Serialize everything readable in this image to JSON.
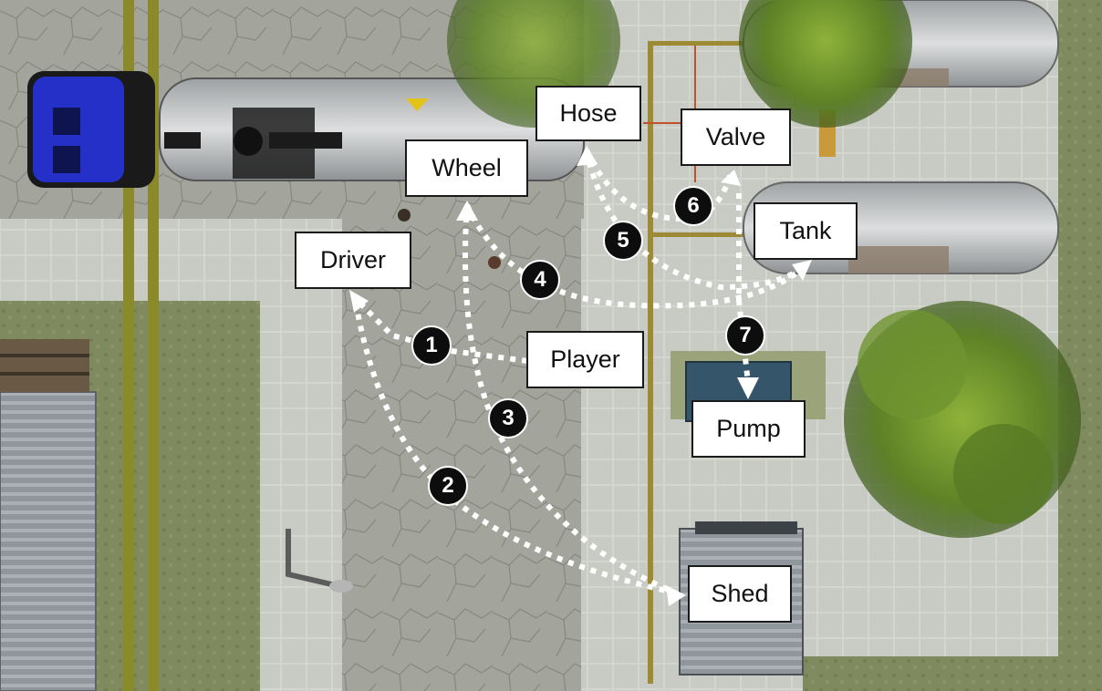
{
  "labels": {
    "hose": "Hose",
    "valve": "Valve",
    "wheel": "Wheel",
    "tank": "Tank",
    "driver": "Driver",
    "player": "Player",
    "pump": "Pump",
    "shed": "Shed"
  },
  "steps": [
    "1",
    "2",
    "3",
    "4",
    "5",
    "6",
    "7"
  ],
  "colors": {
    "truck_cab": "#2430c8",
    "tanker": "#b9bbbd",
    "pavement": "#c9ccc6",
    "road": "#9b9c94",
    "grass": "#7d8a5a",
    "pipe": "#8a8a2a",
    "arrow": "#ffffff",
    "badge": "#0d0d0d"
  },
  "icons": [
    "arrow-head-icon",
    "tree-icon",
    "truck-icon"
  ]
}
